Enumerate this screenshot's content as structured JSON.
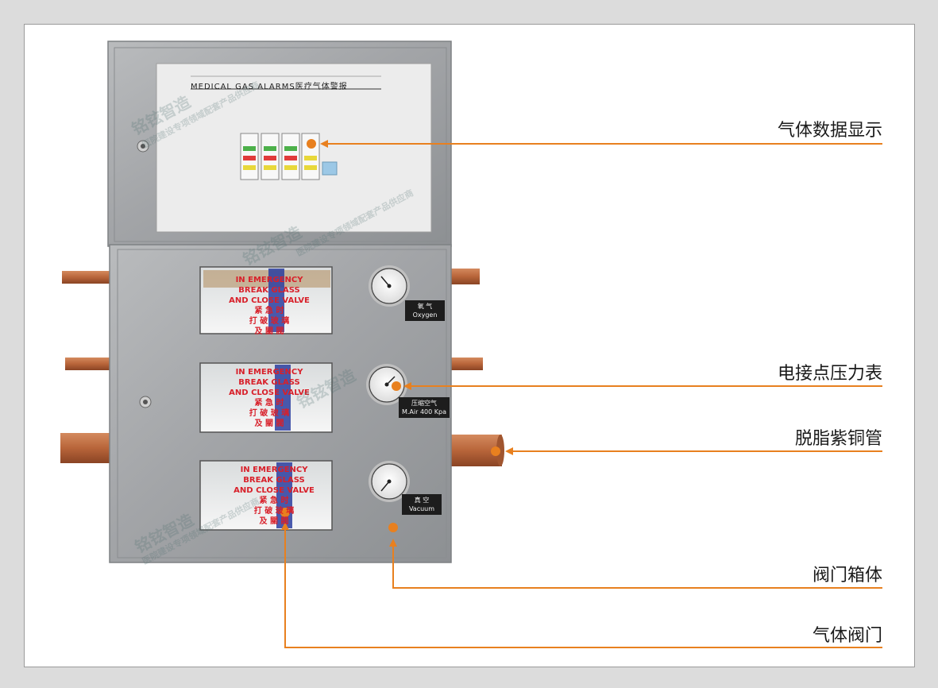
{
  "cabinet": {
    "alarm_panel_title": "MEDICAL GAS ALARMS医疗气体警报",
    "valve_label_lines": [
      "IN EMERGENCY",
      "BREAK GLASS",
      "AND CLOSE VALVE",
      "紧 急 时",
      "打 破 玻 璃",
      "及 關 閥"
    ],
    "gauge_tags": [
      {
        "cn": "氧  气",
        "en": "Oxygen"
      },
      {
        "cn": "压缩空气",
        "en": "M.Air 400 Kpa"
      },
      {
        "cn": "真 空",
        "en": "Vacuum"
      }
    ],
    "watermark_brand": "铭铉智造",
    "watermark_slogan": "医院建设专项领域配套产品供应商"
  },
  "callouts": [
    {
      "id": "gas-data-display",
      "label": "气体数据显示"
    },
    {
      "id": "contact-pressure-gauge",
      "label": "电接点压力表"
    },
    {
      "id": "degreased-copper-pipe",
      "label": "脱脂紫铜管"
    },
    {
      "id": "valve-box-body",
      "label": "阀门箱体"
    },
    {
      "id": "gas-valve",
      "label": "气体阀门"
    }
  ],
  "colors": {
    "accent": "#e8801f",
    "steel": "#a9abad",
    "copper": "#b8653a",
    "background": "#dcdcdc"
  }
}
